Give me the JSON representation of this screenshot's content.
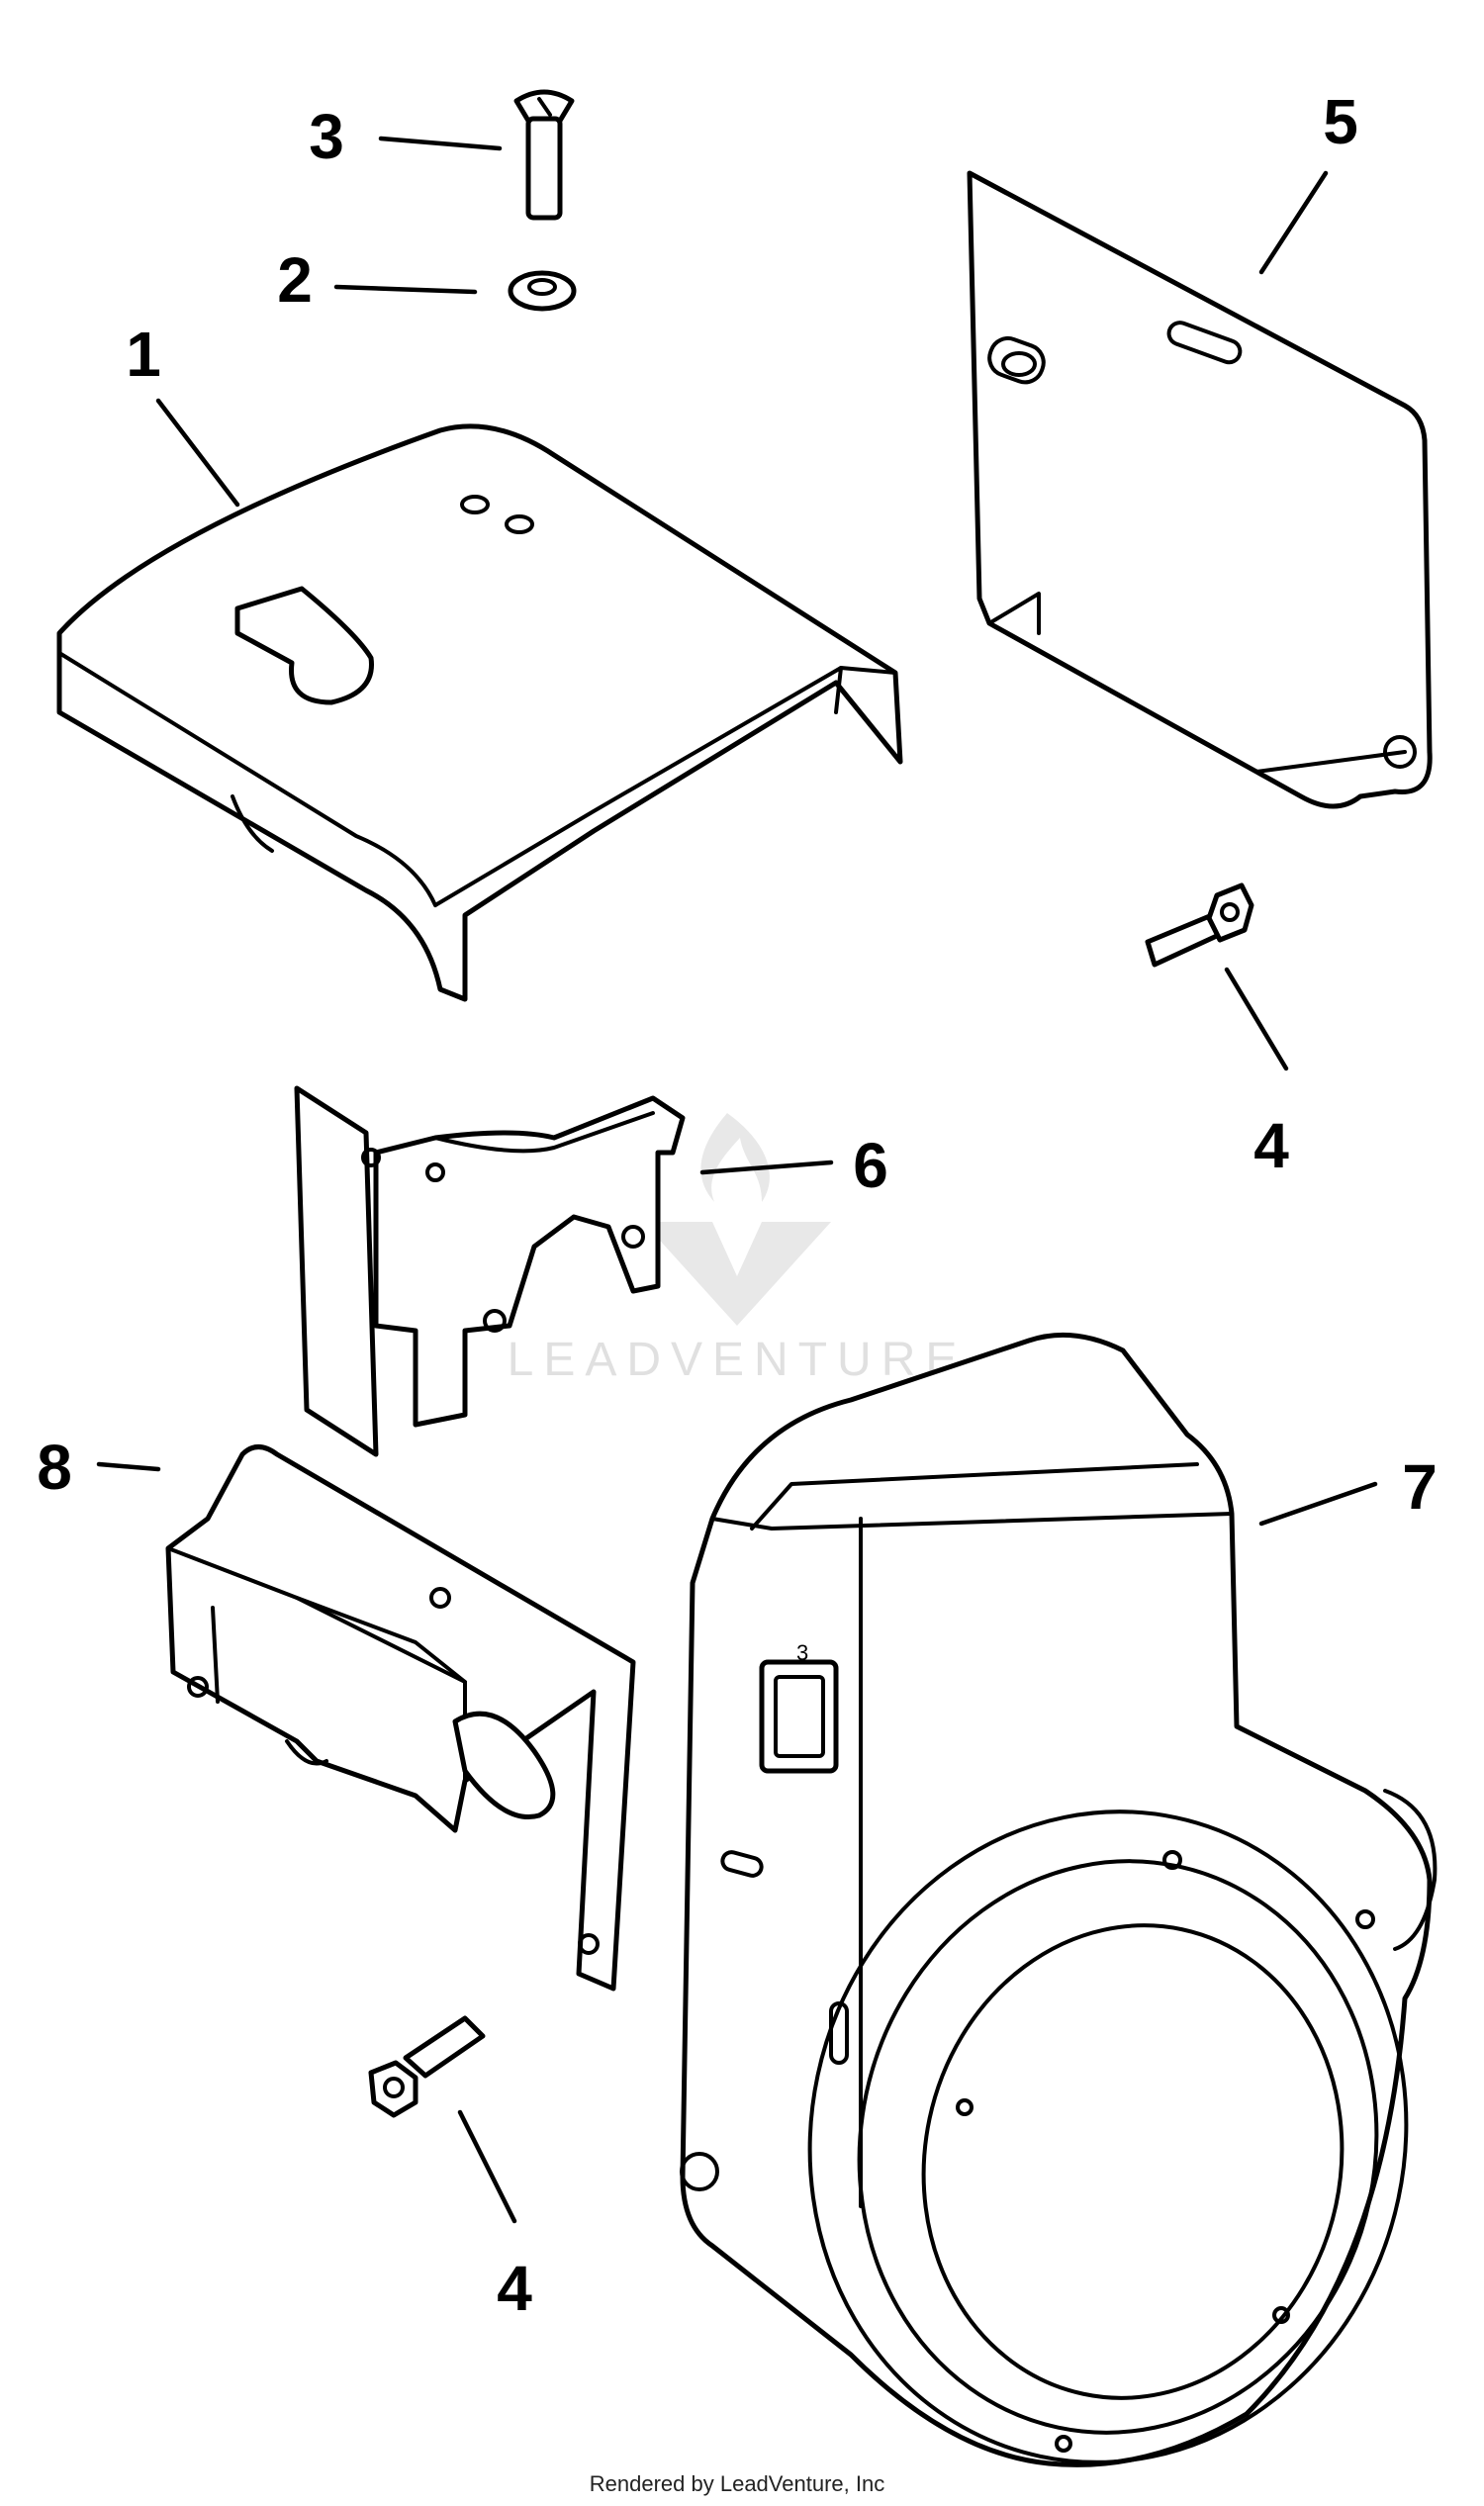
{
  "callouts": {
    "c1": "1",
    "c2": "2",
    "c3": "3",
    "c4a": "4",
    "c4b": "4",
    "c5": "5",
    "c6": "6",
    "c7": "7",
    "c8": "8"
  },
  "watermark": {
    "text": "LEADVENTURE"
  },
  "footer": {
    "text": "Rendered by LeadVenture, Inc"
  },
  "colors": {
    "line": "#000000",
    "background": "#ffffff",
    "watermark": "#e0e0e0"
  }
}
